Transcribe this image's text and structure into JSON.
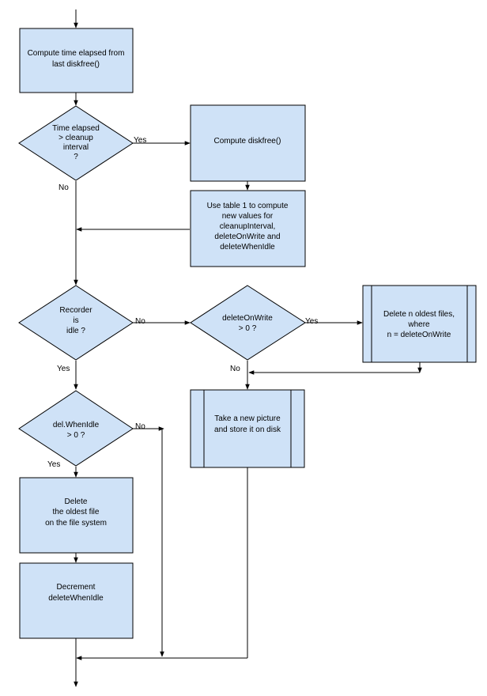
{
  "diagram": {
    "boxes": {
      "compute_elapsed": [
        "Compute time elapsed from",
        "last diskfree()"
      ],
      "compute_diskfree": [
        "Compute diskfree()"
      ],
      "use_table": [
        "Use table 1 to compute",
        "new values for",
        "cleanupInterval,",
        "deleteOnWrite and",
        "deleteWhenIdle"
      ],
      "delete_n_oldest": [
        "Delete n oldest files,",
        "where",
        "n = deleteOnWrite"
      ],
      "take_picture": [
        "Take a new picture",
        "and store it on disk"
      ],
      "delete_oldest": [
        "Delete",
        "the oldest file",
        "on the file system"
      ],
      "decrement": [
        "Decrement",
        "deleteWhenIdle"
      ]
    },
    "decisions": {
      "time_elapsed": [
        "Time elapsed",
        "> cleanup",
        "interval",
        "?"
      ],
      "recorder_idle": [
        "Recorder",
        "is",
        "idle ?"
      ],
      "delete_on_write": [
        "deleteOnWrite",
        "> 0 ?"
      ],
      "del_when_idle": [
        "del.WhenIdle",
        "> 0 ?"
      ]
    },
    "labels": {
      "yes": "Yes",
      "no": "No"
    }
  }
}
